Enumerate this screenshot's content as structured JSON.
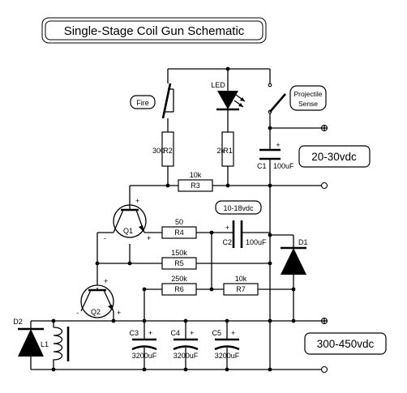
{
  "title": "Single-Stage Coil Gun Schematic",
  "voltage_labels": {
    "low": "20-30vdc",
    "high": "300-450vdc",
    "mid": "10-18vdc"
  },
  "switches": {
    "fire": "Fire",
    "projectile_sense_line1": "Projectile",
    "projectile_sense_line2": "Sense"
  },
  "led": "LED",
  "resistors": {
    "r1": {
      "value": "2k",
      "name": "R1"
    },
    "r2": {
      "value": "300",
      "name": "R2"
    },
    "r3": {
      "value": "10k",
      "name": "R3"
    },
    "r4": {
      "value": "50",
      "name": "R4"
    },
    "r5": {
      "value": "150k",
      "name": "R5"
    },
    "r6": {
      "value": "250k",
      "name": "R6"
    },
    "r7": {
      "value": "10k",
      "name": "R7"
    }
  },
  "capacitors": {
    "c1": {
      "name": "C1",
      "value": "100uF"
    },
    "c2": {
      "name": "C2",
      "value": "100uF"
    },
    "c3": {
      "name": "C3",
      "value": "3200uF"
    },
    "c4": {
      "name": "C4",
      "value": "3200uF"
    },
    "c5": {
      "name": "C5",
      "value": "3200uF"
    }
  },
  "transistors": {
    "q1": "Q1",
    "q2": "Q2"
  },
  "diodes": {
    "d1": "D1",
    "d2": "D2"
  },
  "inductor": "L1",
  "polarity": {
    "plus": "+",
    "minus": "-"
  }
}
